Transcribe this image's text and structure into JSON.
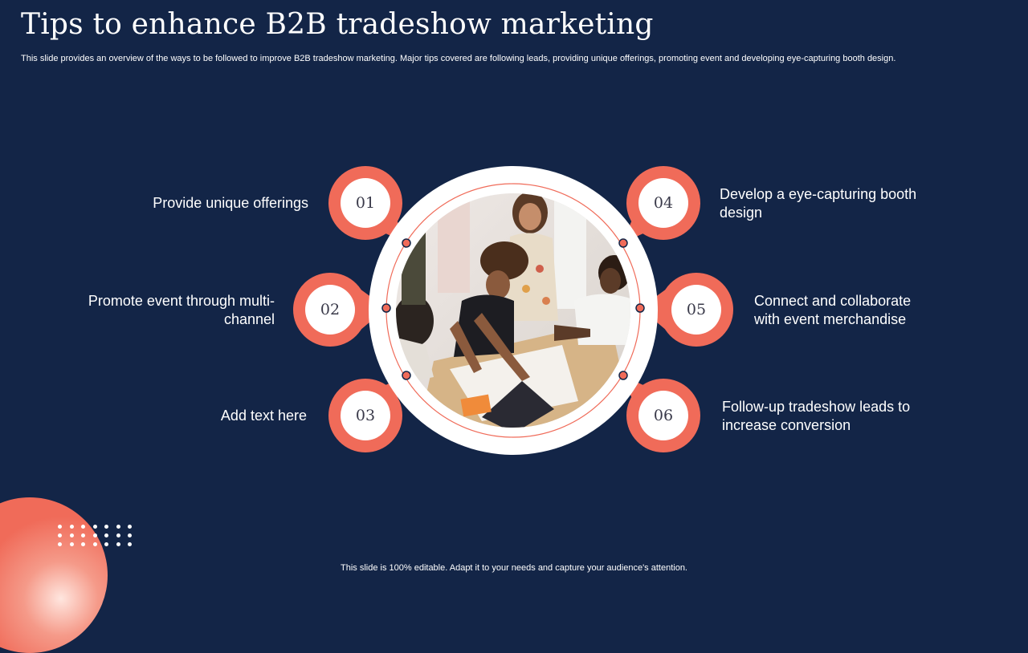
{
  "slide": {
    "title": "Tips to enhance B2B tradeshow marketing",
    "subtitle": "This slide provides an overview of the ways to be followed to improve B2B tradeshow marketing. Major tips covered are following leads, providing unique offerings, promoting event and developing eye-capturing booth design.",
    "footer": "This slide is 100% editable. Adapt it to your needs and capture your audience's attention."
  },
  "colors": {
    "background": "#132547",
    "accent": "#f06b59",
    "white": "#ffffff"
  },
  "center_image": {
    "icon": "photo-people-working-around-table"
  },
  "tips": [
    {
      "number": "01",
      "text": "Provide unique offerings"
    },
    {
      "number": "02",
      "text": "Promote event through multi-channel"
    },
    {
      "number": "03",
      "text": "Add text here"
    },
    {
      "number": "04",
      "text": "Develop a eye-capturing booth design"
    },
    {
      "number": "05",
      "text": "Connect and collaborate with event merchandise"
    },
    {
      "number": "06",
      "text": "Follow-up tradeshow leads to increase conversion"
    }
  ]
}
